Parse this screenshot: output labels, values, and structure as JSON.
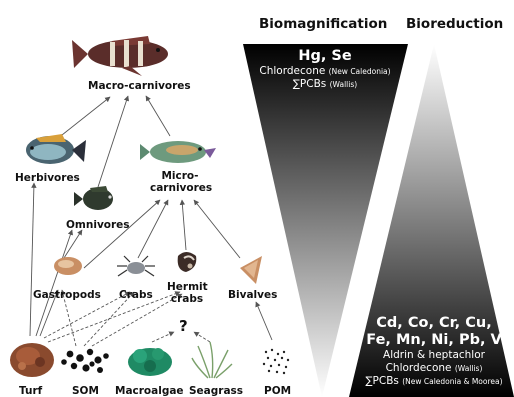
{
  "headers": {
    "left": "Biomagnification",
    "right": "Bioreduction"
  },
  "biomagnification": {
    "line1": "Hg, Se",
    "line2_main": "Chlordecone",
    "line2_note": "(New Caledonia)",
    "line3_main": "∑PCBs",
    "line3_note": "(Wallis)"
  },
  "bioreduction": {
    "line1": "Cd, Co, Cr, Cu,",
    "line2": "Fe, Mn, Ni, Pb, V",
    "line3": "Aldrin & heptachlor",
    "line4_main": "Chlordecone",
    "line4_note": "(Wallis)",
    "line5_main": "∑PCBs",
    "line5_note": "(New Caledonia & Moorea)"
  },
  "food_web": {
    "macro_carnivores": "Macro-carnivores",
    "herbivores": "Herbivores",
    "micro_carnivores_1": "Micro-",
    "micro_carnivores_2": "carnivores",
    "omnivores": "Omnivores",
    "gastropods": "Gastropods",
    "crabs": "Crabs",
    "hermit_crabs_1": "Hermit",
    "hermit_crabs_2": "crabs",
    "bivalves": "Bivalves",
    "turf": "Turf",
    "som": "SOM",
    "macroalgae": "Macroalgae",
    "seagrass": "Seagrass",
    "pom": "POM",
    "unknown": "?"
  },
  "colors": {
    "triangle_dark": "#000000",
    "triangle_light": "#ffffff",
    "arrow": "#555555"
  }
}
